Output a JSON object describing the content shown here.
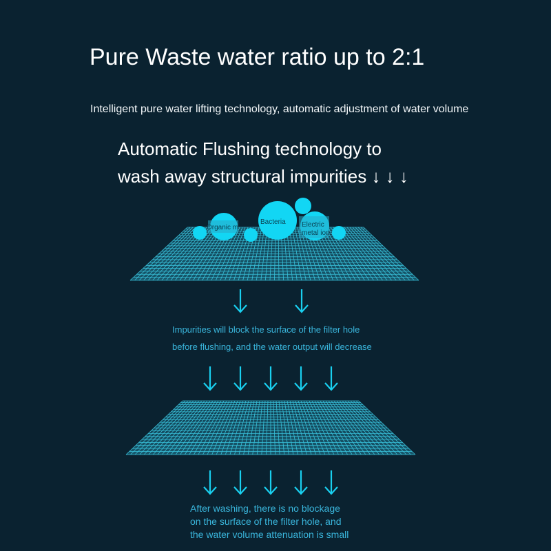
{
  "title": "Pure Waste water ratio up to 2:1",
  "subtitle": "Intelligent pure water lifting technology, automatic adjustment of water volume",
  "heading": {
    "line1": "Automatic Flushing technology to",
    "line2": "wash away structural impurities ↓ ↓ ↓"
  },
  "particles": {
    "organic": "Organic m",
    "bacteria": "Bacteria",
    "electric_1": "Electric",
    "electric_2": "metal ion"
  },
  "caption_before": {
    "line1": "Impurities will block the surface of the filter hole",
    "line2": "before flushing, and the water output will decrease"
  },
  "caption_after": {
    "line1": "After washing, there is no blockage",
    "line2": "on the surface of the filter hole, and",
    "line3": "the water volume attenuation is small"
  },
  "colors": {
    "background": "#0a2230",
    "accent": "#12d6f4",
    "grid": "#3fd6f0",
    "caption": "#3ab6dc"
  },
  "icons": [
    "down-arrow-icon",
    "bubble-icon"
  ]
}
